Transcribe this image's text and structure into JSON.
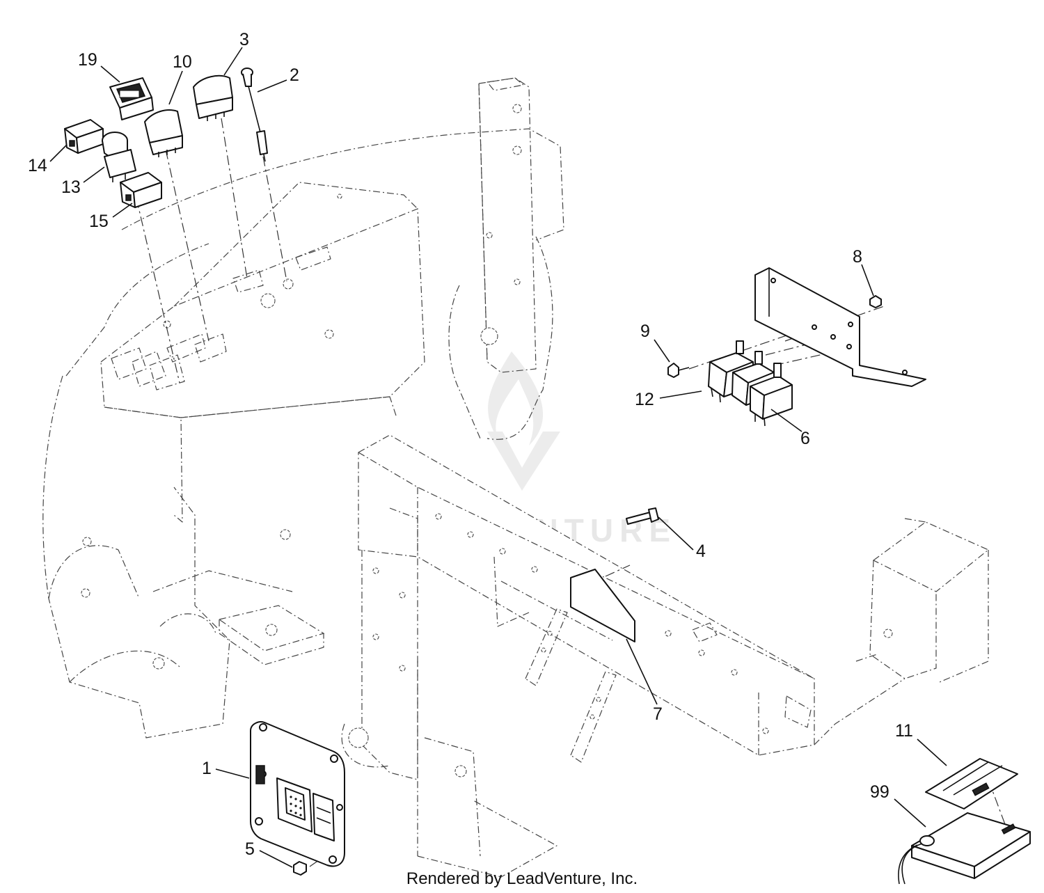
{
  "watermark": {
    "text": "LEADVENTURE"
  },
  "footer": {
    "text": "Rendered by LeadVenture, Inc."
  },
  "callouts": {
    "c1": "1",
    "c2": "2",
    "c3": "3",
    "c4": "4",
    "c5": "5",
    "c6": "6",
    "c7": "7",
    "c8": "8",
    "c9": "9",
    "c10": "10",
    "c11": "11",
    "c12": "12",
    "c13": "13",
    "c14": "14",
    "c15": "15",
    "c19": "19",
    "c99": "99"
  }
}
